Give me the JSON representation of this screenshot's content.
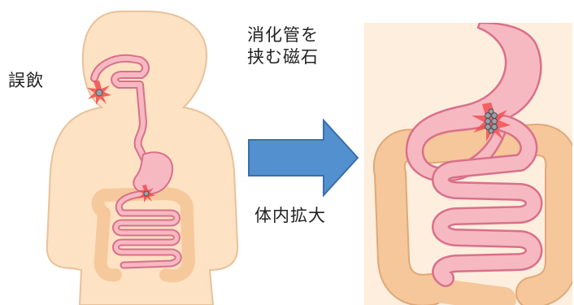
{
  "labels": {
    "ingestion": "誤飲",
    "magnet_line1": "消化管を",
    "magnet_line2": "挟む磁石",
    "zoom": "体内拡大"
  },
  "colors": {
    "skin": "#fde2c4",
    "skin_outline": "#e9c19a",
    "gut_fill": "#f6b9c2",
    "gut_outline": "#d9708a",
    "colon": "#f5c79b",
    "colon_outline": "#e0a877",
    "zoom_background": "#fdeede",
    "arrow": "#5390d0",
    "arrow_outline": "#3a6fa8",
    "burst": "#f24b4b",
    "magnet": "#9aa0a8"
  },
  "icons": {
    "arrow": "right-arrow-icon",
    "burst": "impact-burst-icon",
    "magnet": "magnet-cluster-icon"
  }
}
